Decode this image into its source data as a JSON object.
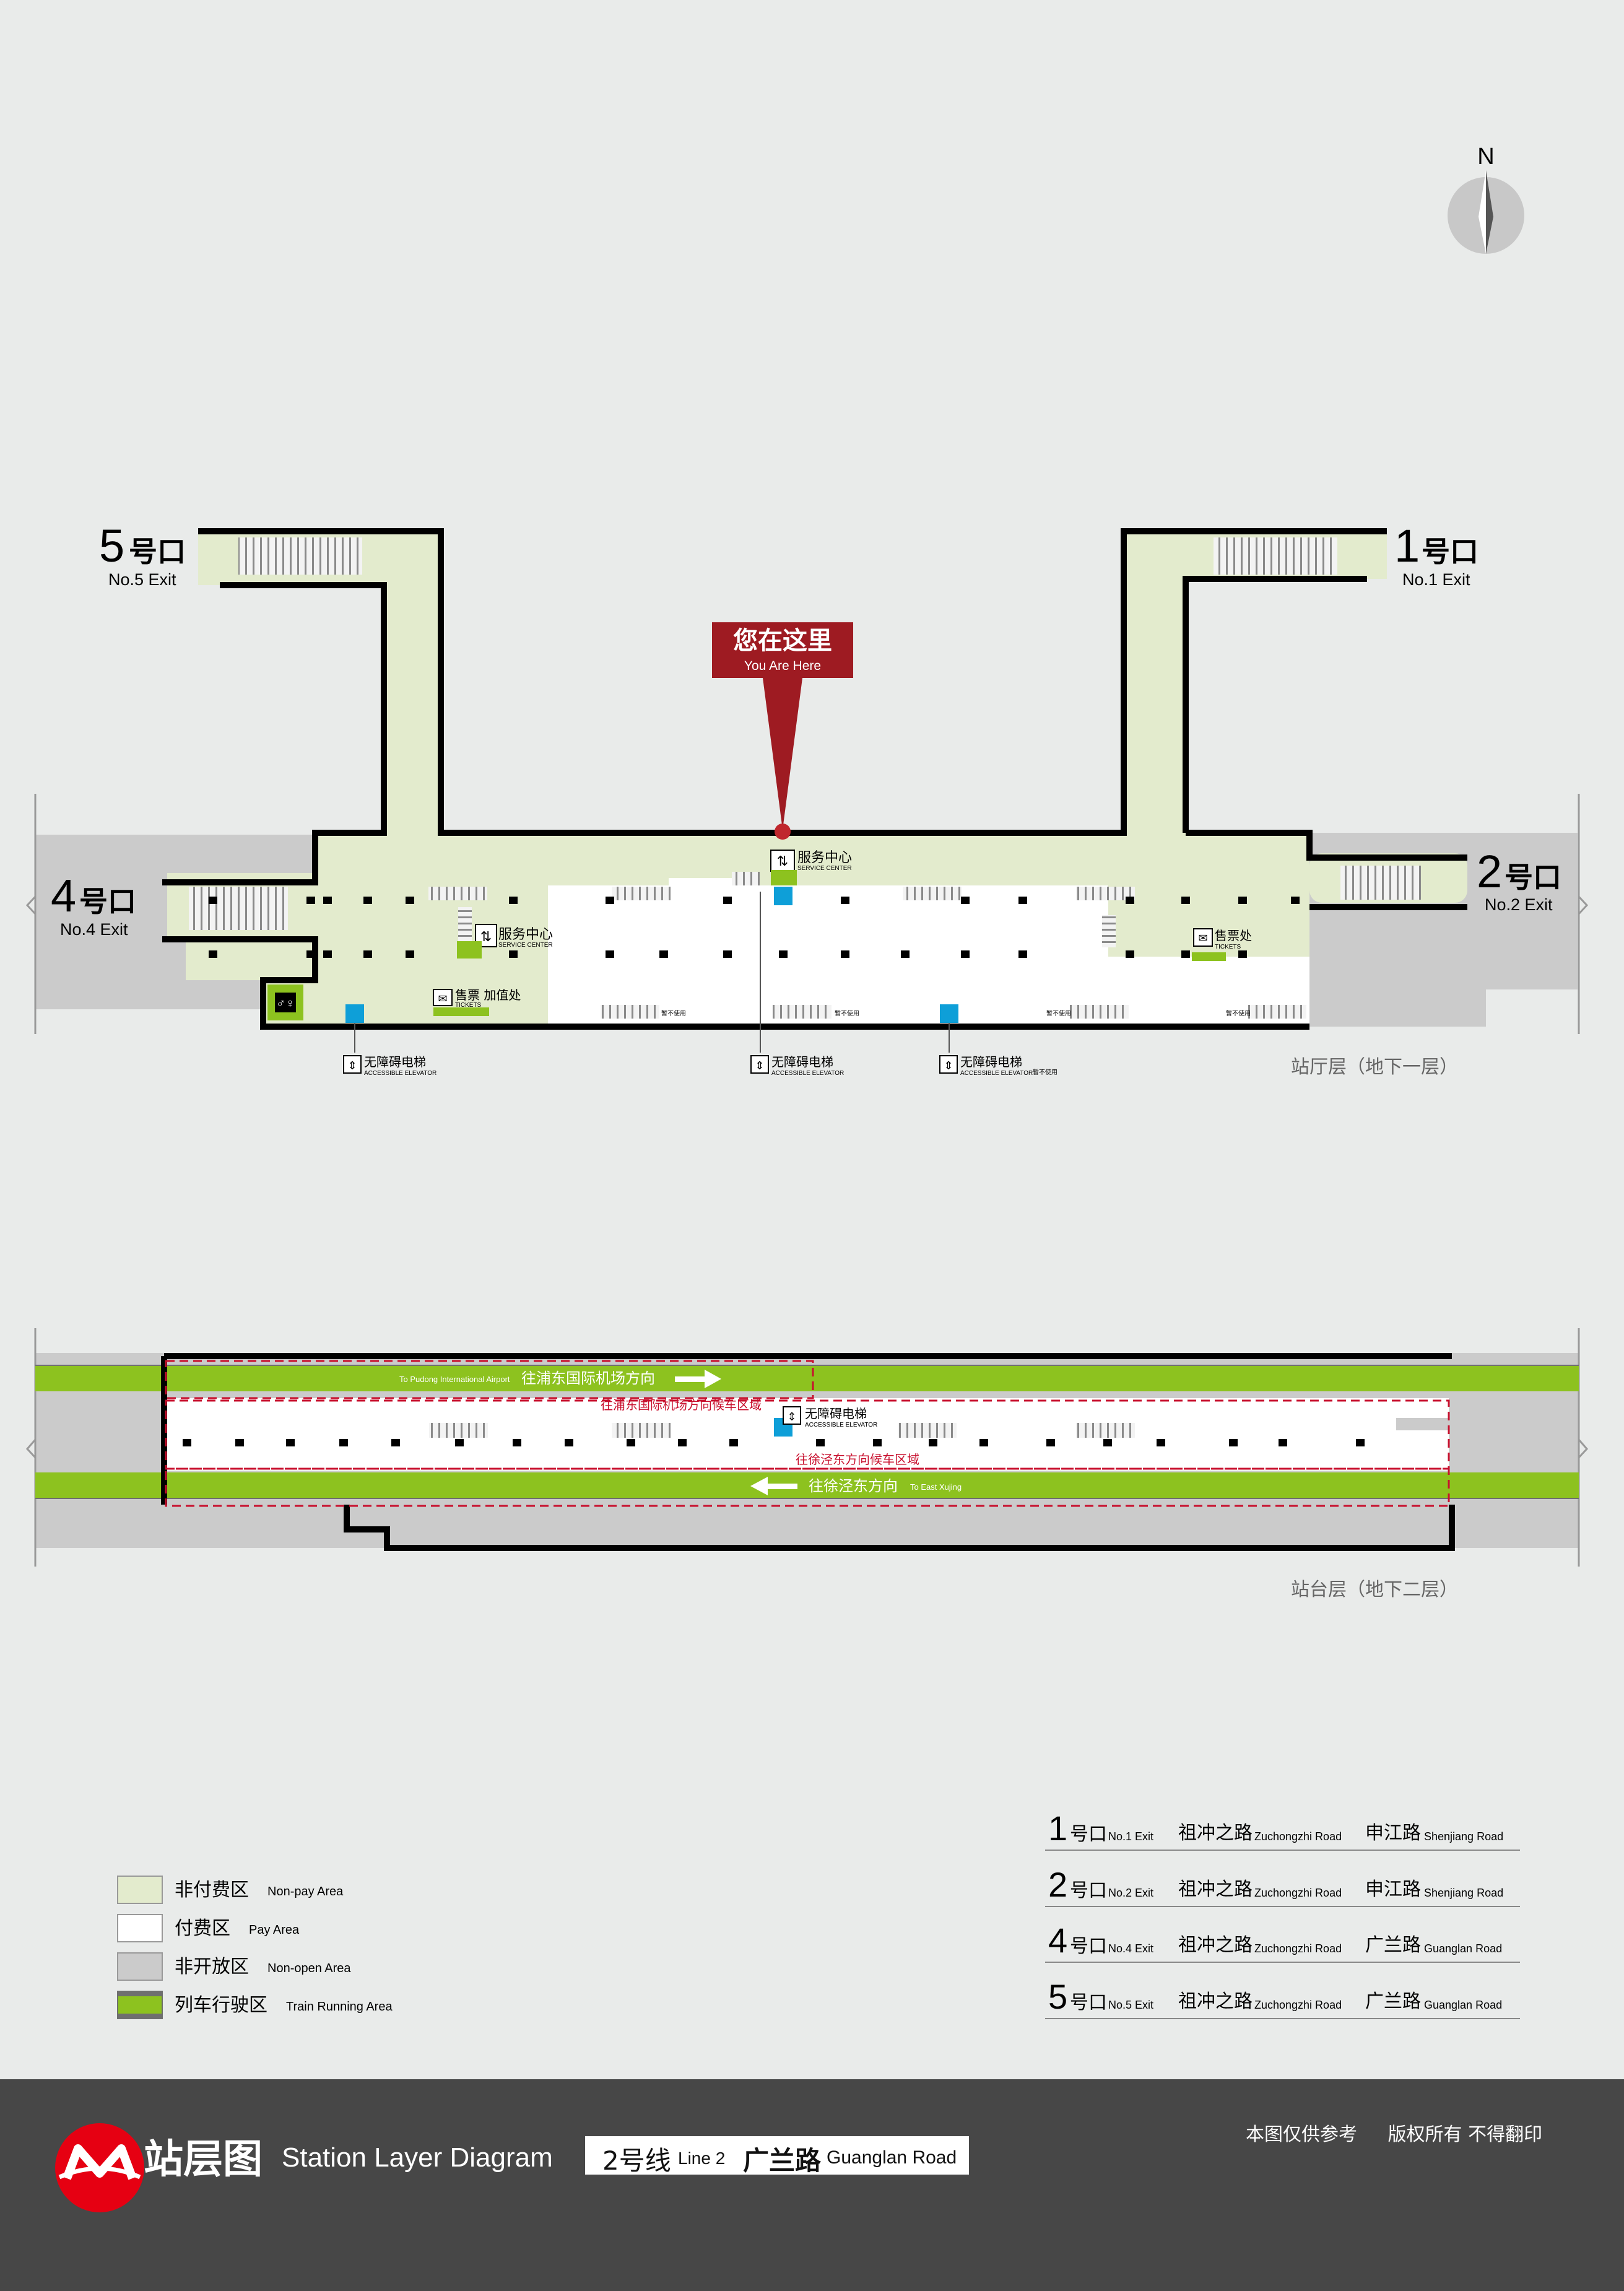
{
  "compass": {
    "label": "N"
  },
  "marker": {
    "cn": "您在这里",
    "en": "You Are Here"
  },
  "exits": {
    "exit5": {
      "num": "5",
      "cn": "号口",
      "en": "No.5 Exit"
    },
    "exit1": {
      "num": "1",
      "cn": "号口",
      "en": "No.1 Exit"
    },
    "exit4": {
      "num": "4",
      "cn": "号口",
      "en": "No.4 Exit"
    },
    "exit2": {
      "num": "2",
      "cn": "号口",
      "en": "No.2 Exit"
    }
  },
  "concourse": {
    "service_center_top": {
      "cn": "服务中心",
      "en": "SERVICE CENTER"
    },
    "service_center_left": {
      "cn": "服务中心",
      "en": "SERVICE CENTER"
    },
    "tickets_left": {
      "cn": "售票 加值处",
      "en": "TICKETS"
    },
    "tickets_right": {
      "cn": "售票处",
      "en": "TICKETS"
    },
    "suspended": "暂不使用",
    "elevator_cn": "无障碍电梯",
    "elevator_en": "ACCESSIBLE ELEVATOR",
    "level_label": "站厅层（地下一层）"
  },
  "platform": {
    "to_airport_en": "To Pudong International Airport",
    "to_airport_cn": "往浦东国际机场方向",
    "waiting_airport": "往浦东国际机场方向候车区域",
    "elevator_cn": "无障碍电梯",
    "elevator_en": "ACCESSIBLE ELEVATOR",
    "waiting_xujing": "往徐泾东方向候车区域",
    "to_xujing_cn": "往徐泾东方向",
    "to_xujing_en": "To East Xujing",
    "level_label": "站台层（地下二层）"
  },
  "legend": [
    {
      "cn": "非付费区",
      "en": "Non-pay Area",
      "color": "#e3ebcd"
    },
    {
      "cn": "付费区",
      "en": "Pay Area",
      "color": "#ffffff"
    },
    {
      "cn": "非开放区",
      "en": "Non-open Area",
      "color": "#cbcbcb"
    },
    {
      "cn": "列车行驶区",
      "en": "Train Running Area",
      "color": "#8dc21f"
    }
  ],
  "exit_table": [
    {
      "num": "1",
      "cn": "号口",
      "en": "No.1 Exit",
      "road1_cn": "祖冲之路",
      "road1_en": "Zuchongzhi Road",
      "road2_cn": "申江路",
      "road2_en": "Shenjiang Road"
    },
    {
      "num": "2",
      "cn": "号口",
      "en": "No.2 Exit",
      "road1_cn": "祖冲之路",
      "road1_en": "Zuchongzhi Road",
      "road2_cn": "申江路",
      "road2_en": "Shenjiang Road"
    },
    {
      "num": "4",
      "cn": "号口",
      "en": "No.4 Exit",
      "road1_cn": "祖冲之路",
      "road1_en": "Zuchongzhi Road",
      "road2_cn": "广兰路",
      "road2_en": "Guanglan Road"
    },
    {
      "num": "5",
      "cn": "号口",
      "en": "No.5 Exit",
      "road1_cn": "祖冲之路",
      "road1_en": "Zuchongzhi Road",
      "road2_cn": "广兰路",
      "road2_en": "Guanglan Road"
    }
  ],
  "footer": {
    "title_cn": "站层图",
    "title_en": "Station Layer Diagram",
    "line_cn": "2号线",
    "line_en": "Line 2",
    "station_cn": "广兰路",
    "station_en": "Guanglan Road",
    "disclaimer1": "本图仅供参考",
    "disclaimer2": "版权所有 不得翻印"
  },
  "colors": {
    "nonpay": "#e3ebcd",
    "pay": "#ffffff",
    "nonopen": "#cbcbcb",
    "track": "#8dc21f",
    "marker": "#9e1b22",
    "elevator": "#0e9fd8",
    "footer_bg": "#474747"
  }
}
